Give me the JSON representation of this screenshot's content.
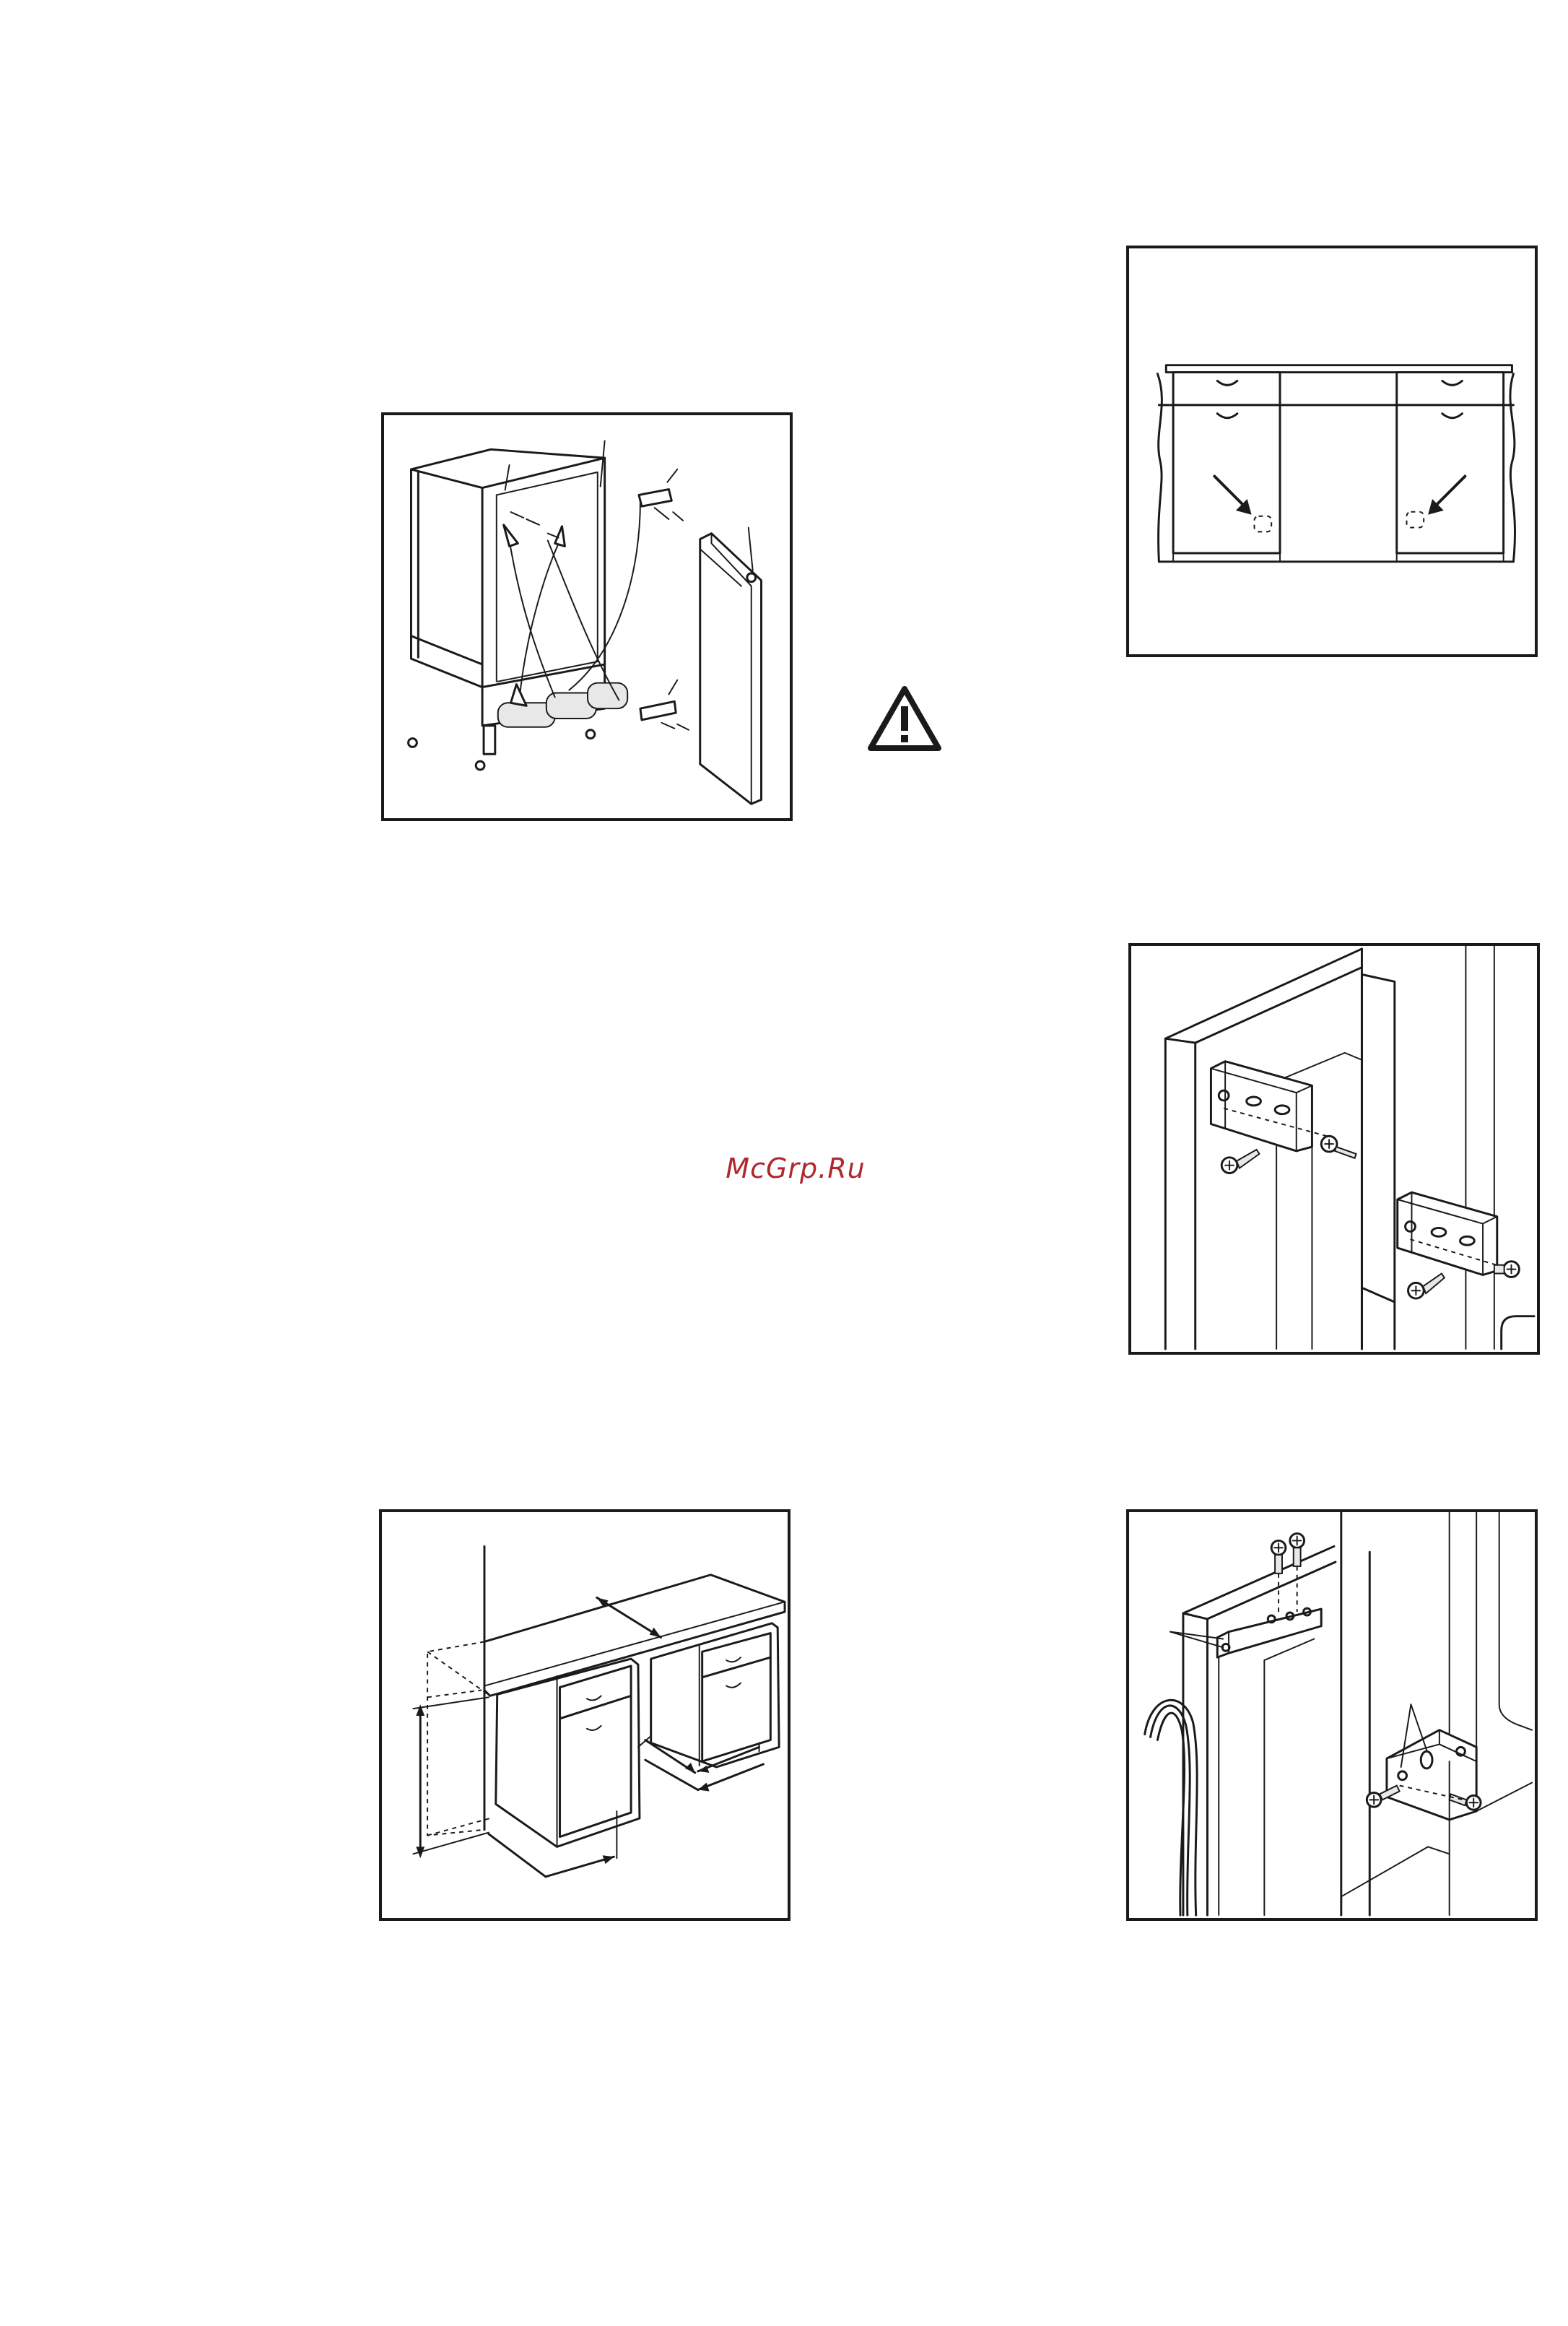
{
  "watermark": {
    "text": "McGrp.Ru"
  },
  "warning_icon": {
    "name": "warning-triangle-icon",
    "glyph": "!"
  },
  "figures": [
    {
      "id": "door-hinge-reversal",
      "icon": "fridge-door-reversal-diagram"
    },
    {
      "id": "cabinet-front-view",
      "icon": "cabinet-front-elevation-diagram"
    },
    {
      "id": "bracket-mounting",
      "icon": "angle-bracket-screw-diagram"
    },
    {
      "id": "niche-dimensions",
      "icon": "worktop-niche-dimension-diagram"
    },
    {
      "id": "top-bracket-fixing",
      "icon": "top-bracket-fixing-diagram"
    }
  ],
  "colors": {
    "ink": "#1a1a1a",
    "watermark": "#b0282d"
  }
}
